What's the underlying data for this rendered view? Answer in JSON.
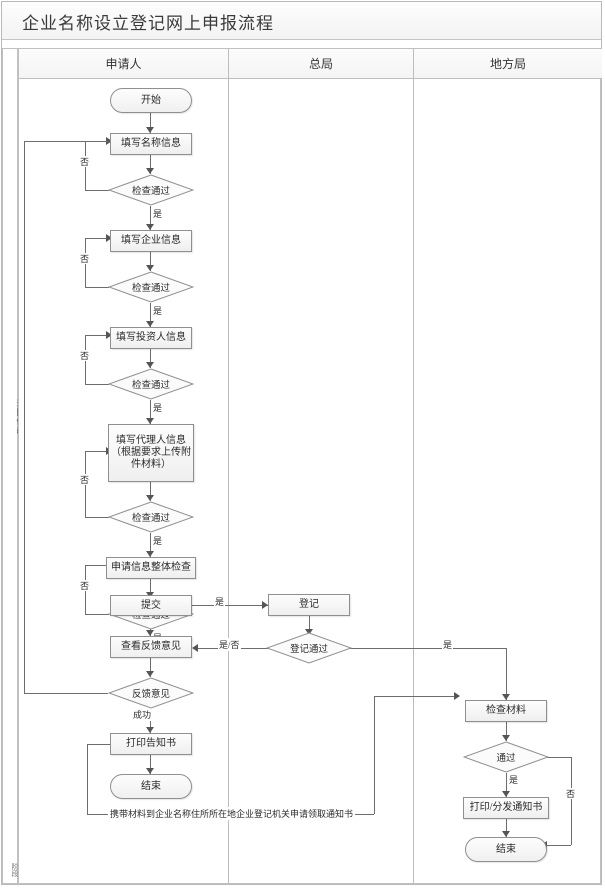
{
  "window": {
    "title": "企业名称设立登记网上申报流程"
  },
  "gutter": {
    "stage_label": "阶段",
    "return_label": "退回修改"
  },
  "lanes": [
    {
      "name": "申请人"
    },
    {
      "name": "总局"
    },
    {
      "name": "地方局"
    }
  ],
  "nodes": {
    "start": "开始",
    "fill_name": "填写名称信息",
    "check1": "检查通过",
    "fill_company": "填写企业信息",
    "check2": "检查通过",
    "fill_investor": "填写投资人信息",
    "check3": "检查通过",
    "fill_agent_l1": "填写代理人信息",
    "fill_agent_l2": "（根据要求上传附",
    "fill_agent_l3": "件材料）",
    "check4": "检查通过",
    "overall_check": "申请信息整体检查",
    "check5": "检查通过",
    "submit": "提交",
    "view_feedback": "查看反馈意见",
    "feedback": "反馈意见",
    "print_notice": "打印告知书",
    "end_applicant": "结束",
    "register": "登记",
    "register_pass": "登记通过",
    "check_material": "检查材料",
    "pass": "通过",
    "print_distribute": "打印/分发通知书",
    "end_local": "结束"
  },
  "edge_labels": {
    "no1": "否",
    "yes1": "是",
    "no2": "否",
    "yes2": "是",
    "no3": "否",
    "yes3": "是",
    "no4": "否",
    "yes4": "是",
    "no5": "否",
    "yes5": "是",
    "submit_yes": "是",
    "reg_yes_no": "是/否",
    "reg_pass_yes": "是",
    "feedback_success": "成功",
    "pass_yes": "是",
    "pass_no": "否"
  },
  "annotation": {
    "bottom_note": "携带材料到企业名称住所所在地企业登记机关申请领取通知书"
  },
  "colors": {
    "node_border": "#8f8f8f",
    "line": "#6d6d6d",
    "frame": "#b9b9b9",
    "header_bg": "#f4f4f4"
  }
}
